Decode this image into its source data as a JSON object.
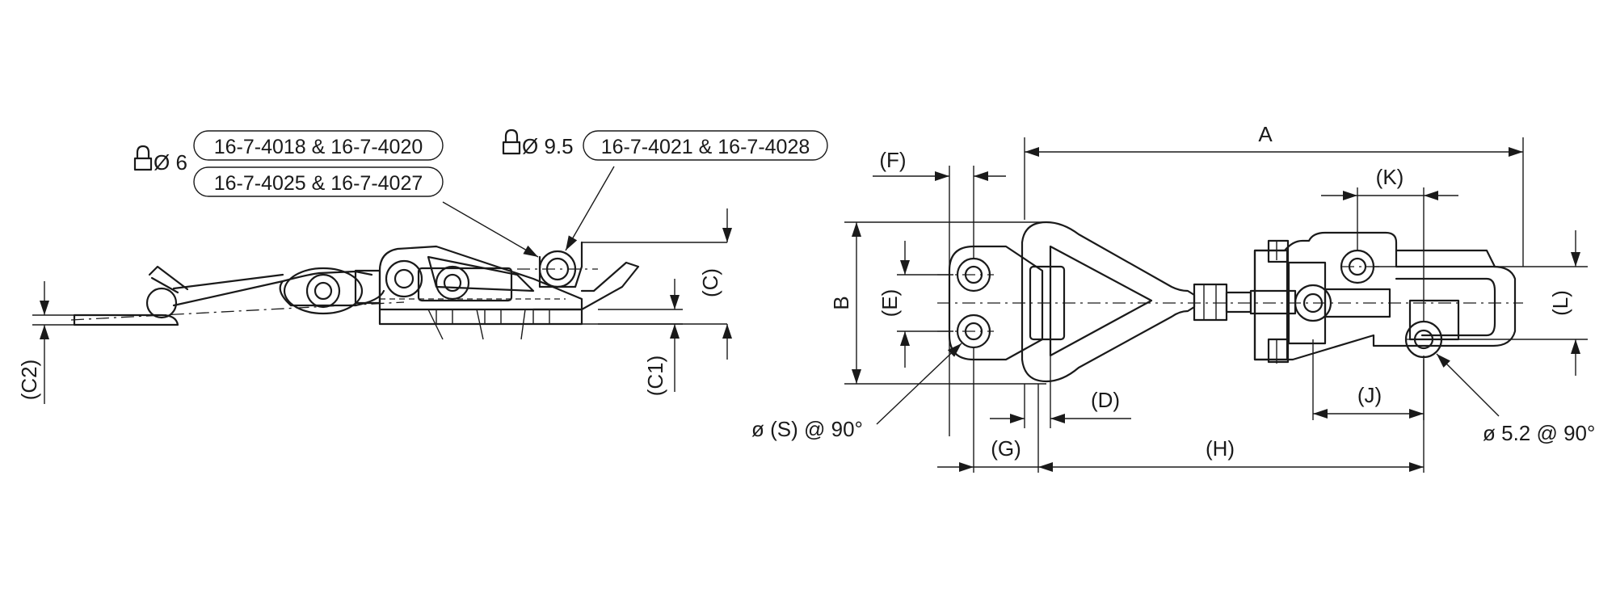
{
  "side_view": {
    "lock_left_diameter": "Ø 6",
    "part_group_1": "16-7-4018 & 16-7-4020",
    "part_group_2": "16-7-4025 & 16-7-4027",
    "lock_right_diameter": "Ø 9.5",
    "part_group_3": "16-7-4021 & 16-7-4028",
    "dim_c": "(C)",
    "dim_c1": "(C1)",
    "dim_c2": "(C2)"
  },
  "top_view": {
    "dim_a": "A",
    "dim_b": "B",
    "dim_d": "(D)",
    "dim_e": "(E)",
    "dim_f": "(F)",
    "dim_g": "(G)",
    "dim_h": "(H)",
    "dim_j": "(J)",
    "dim_k": "(K)",
    "dim_l": "(L)",
    "hole_s": "ø (S) @ 90°",
    "hole_52": "ø 5.2 @ 90°"
  },
  "icons": {
    "lock_left": "padlock-icon",
    "lock_right": "padlock-icon"
  }
}
